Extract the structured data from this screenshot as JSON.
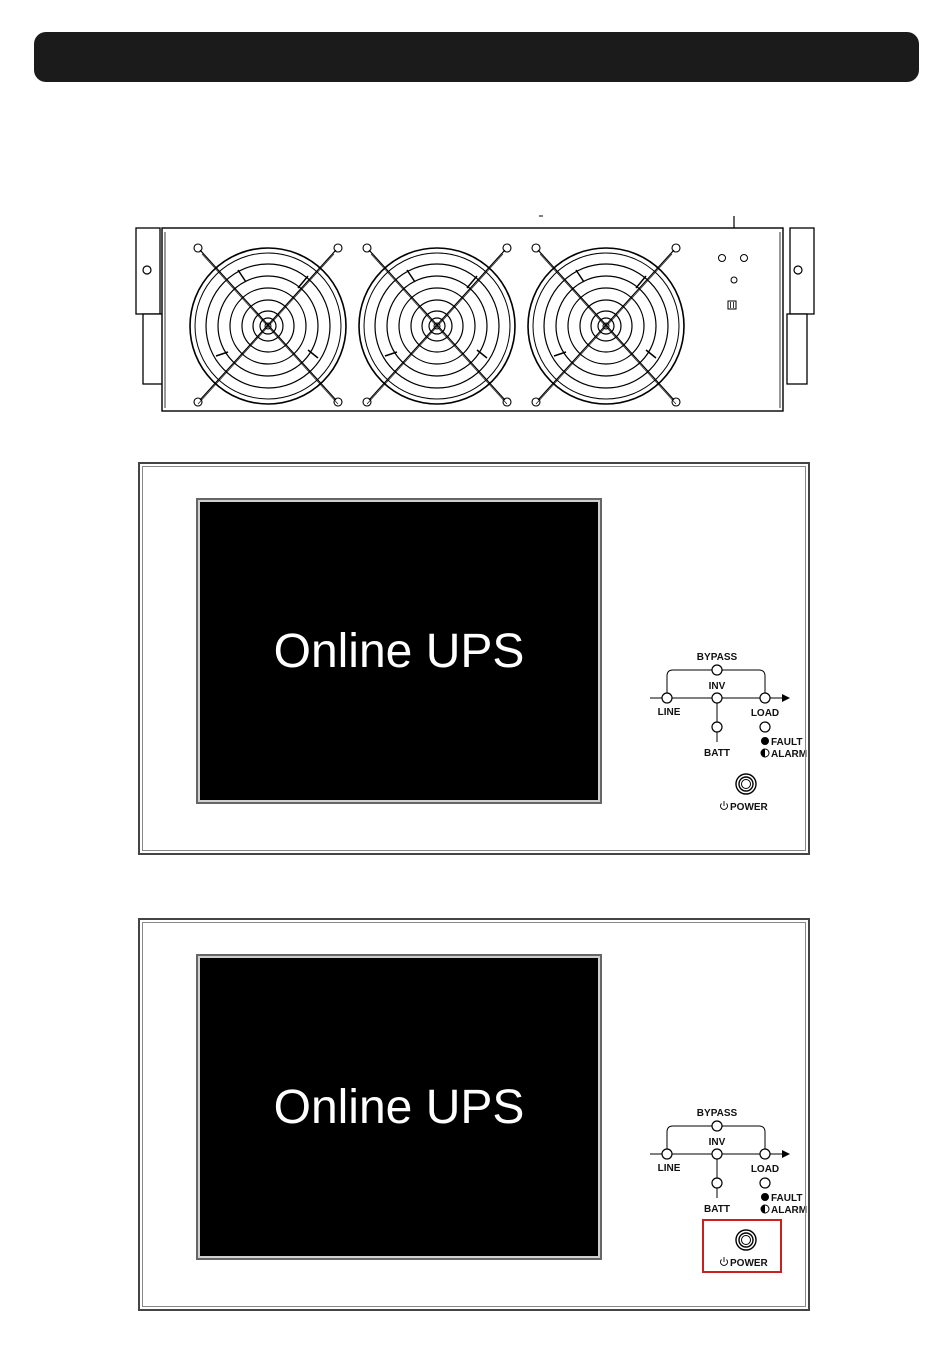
{
  "header": {
    "bar_color": "#1b1b1b"
  },
  "rear_panel": {
    "fan_count": 3
  },
  "front_panels": [
    {
      "screen_text": "Online UPS",
      "leds": {
        "bypass": "BYPASS",
        "inv": "INV",
        "line": "LINE",
        "load": "LOAD",
        "batt": "BATT",
        "fault": "FAULT",
        "alarm": "ALARM"
      },
      "power_label": "POWER",
      "power_highlighted": false
    },
    {
      "screen_text": "Online UPS",
      "leds": {
        "bypass": "BYPASS",
        "inv": "INV",
        "line": "LINE",
        "load": "LOAD",
        "batt": "BATT",
        "fault": "FAULT",
        "alarm": "ALARM"
      },
      "power_label": "POWER",
      "power_highlighted": true,
      "highlight_color": "#cc1f1f"
    }
  ]
}
